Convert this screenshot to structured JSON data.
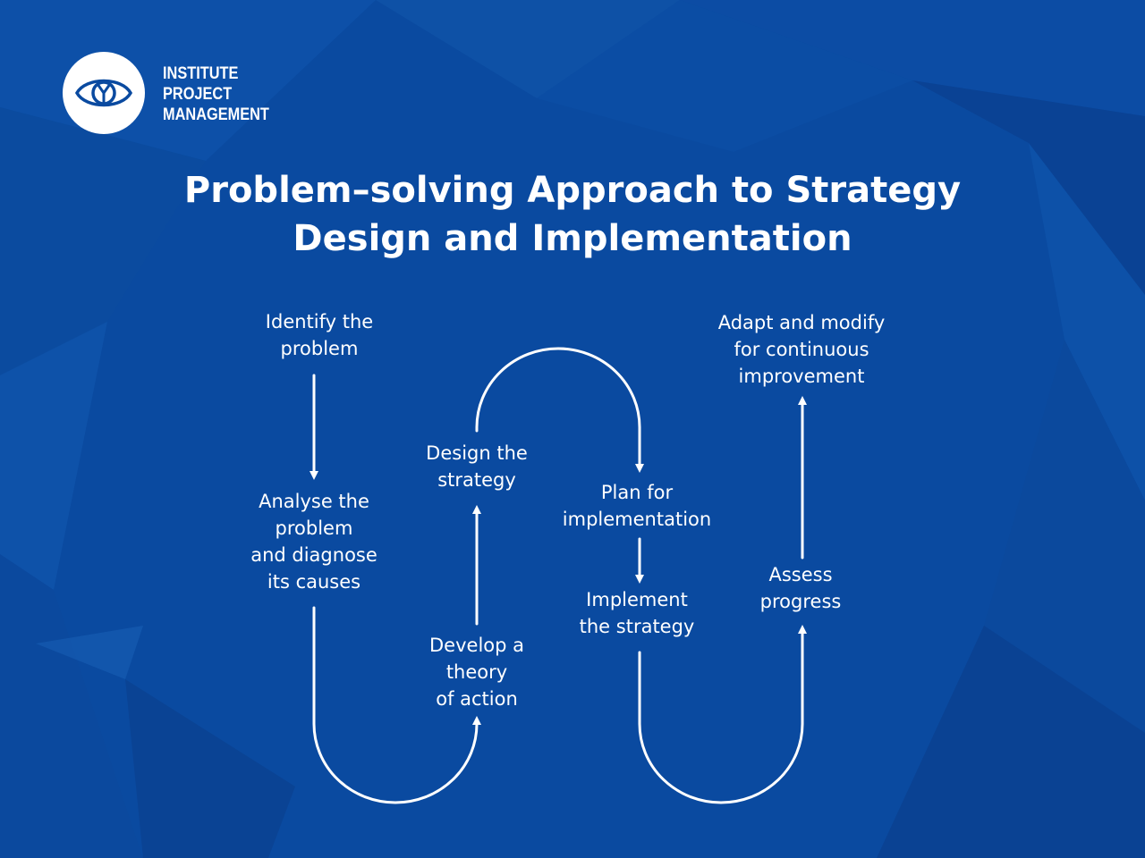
{
  "brand": {
    "logo_icon": "eye-icon",
    "lines": [
      "INSTITUTE",
      "PROJECT",
      "MANAGEMENT"
    ]
  },
  "title": {
    "line1": "Problem–solving Approach to Strategy",
    "line2": "Design and Implementation"
  },
  "steps": [
    {
      "lines": [
        "Identify the",
        "problem"
      ]
    },
    {
      "lines": [
        "Analyse the",
        "problem",
        "and diagnose",
        "its causes"
      ]
    },
    {
      "lines": [
        "Develop a",
        "theory",
        "of action"
      ]
    },
    {
      "lines": [
        "Design the",
        "strategy"
      ]
    },
    {
      "lines": [
        "Plan for",
        "implementation"
      ]
    },
    {
      "lines": [
        "Implement",
        "the strategy"
      ]
    },
    {
      "lines": [
        "Assess",
        "progress"
      ]
    },
    {
      "lines": [
        "Adapt and modify",
        "for continuous",
        "improvement"
      ]
    }
  ],
  "colors": {
    "background": "#0a4aa0",
    "foreground": "#ffffff"
  }
}
